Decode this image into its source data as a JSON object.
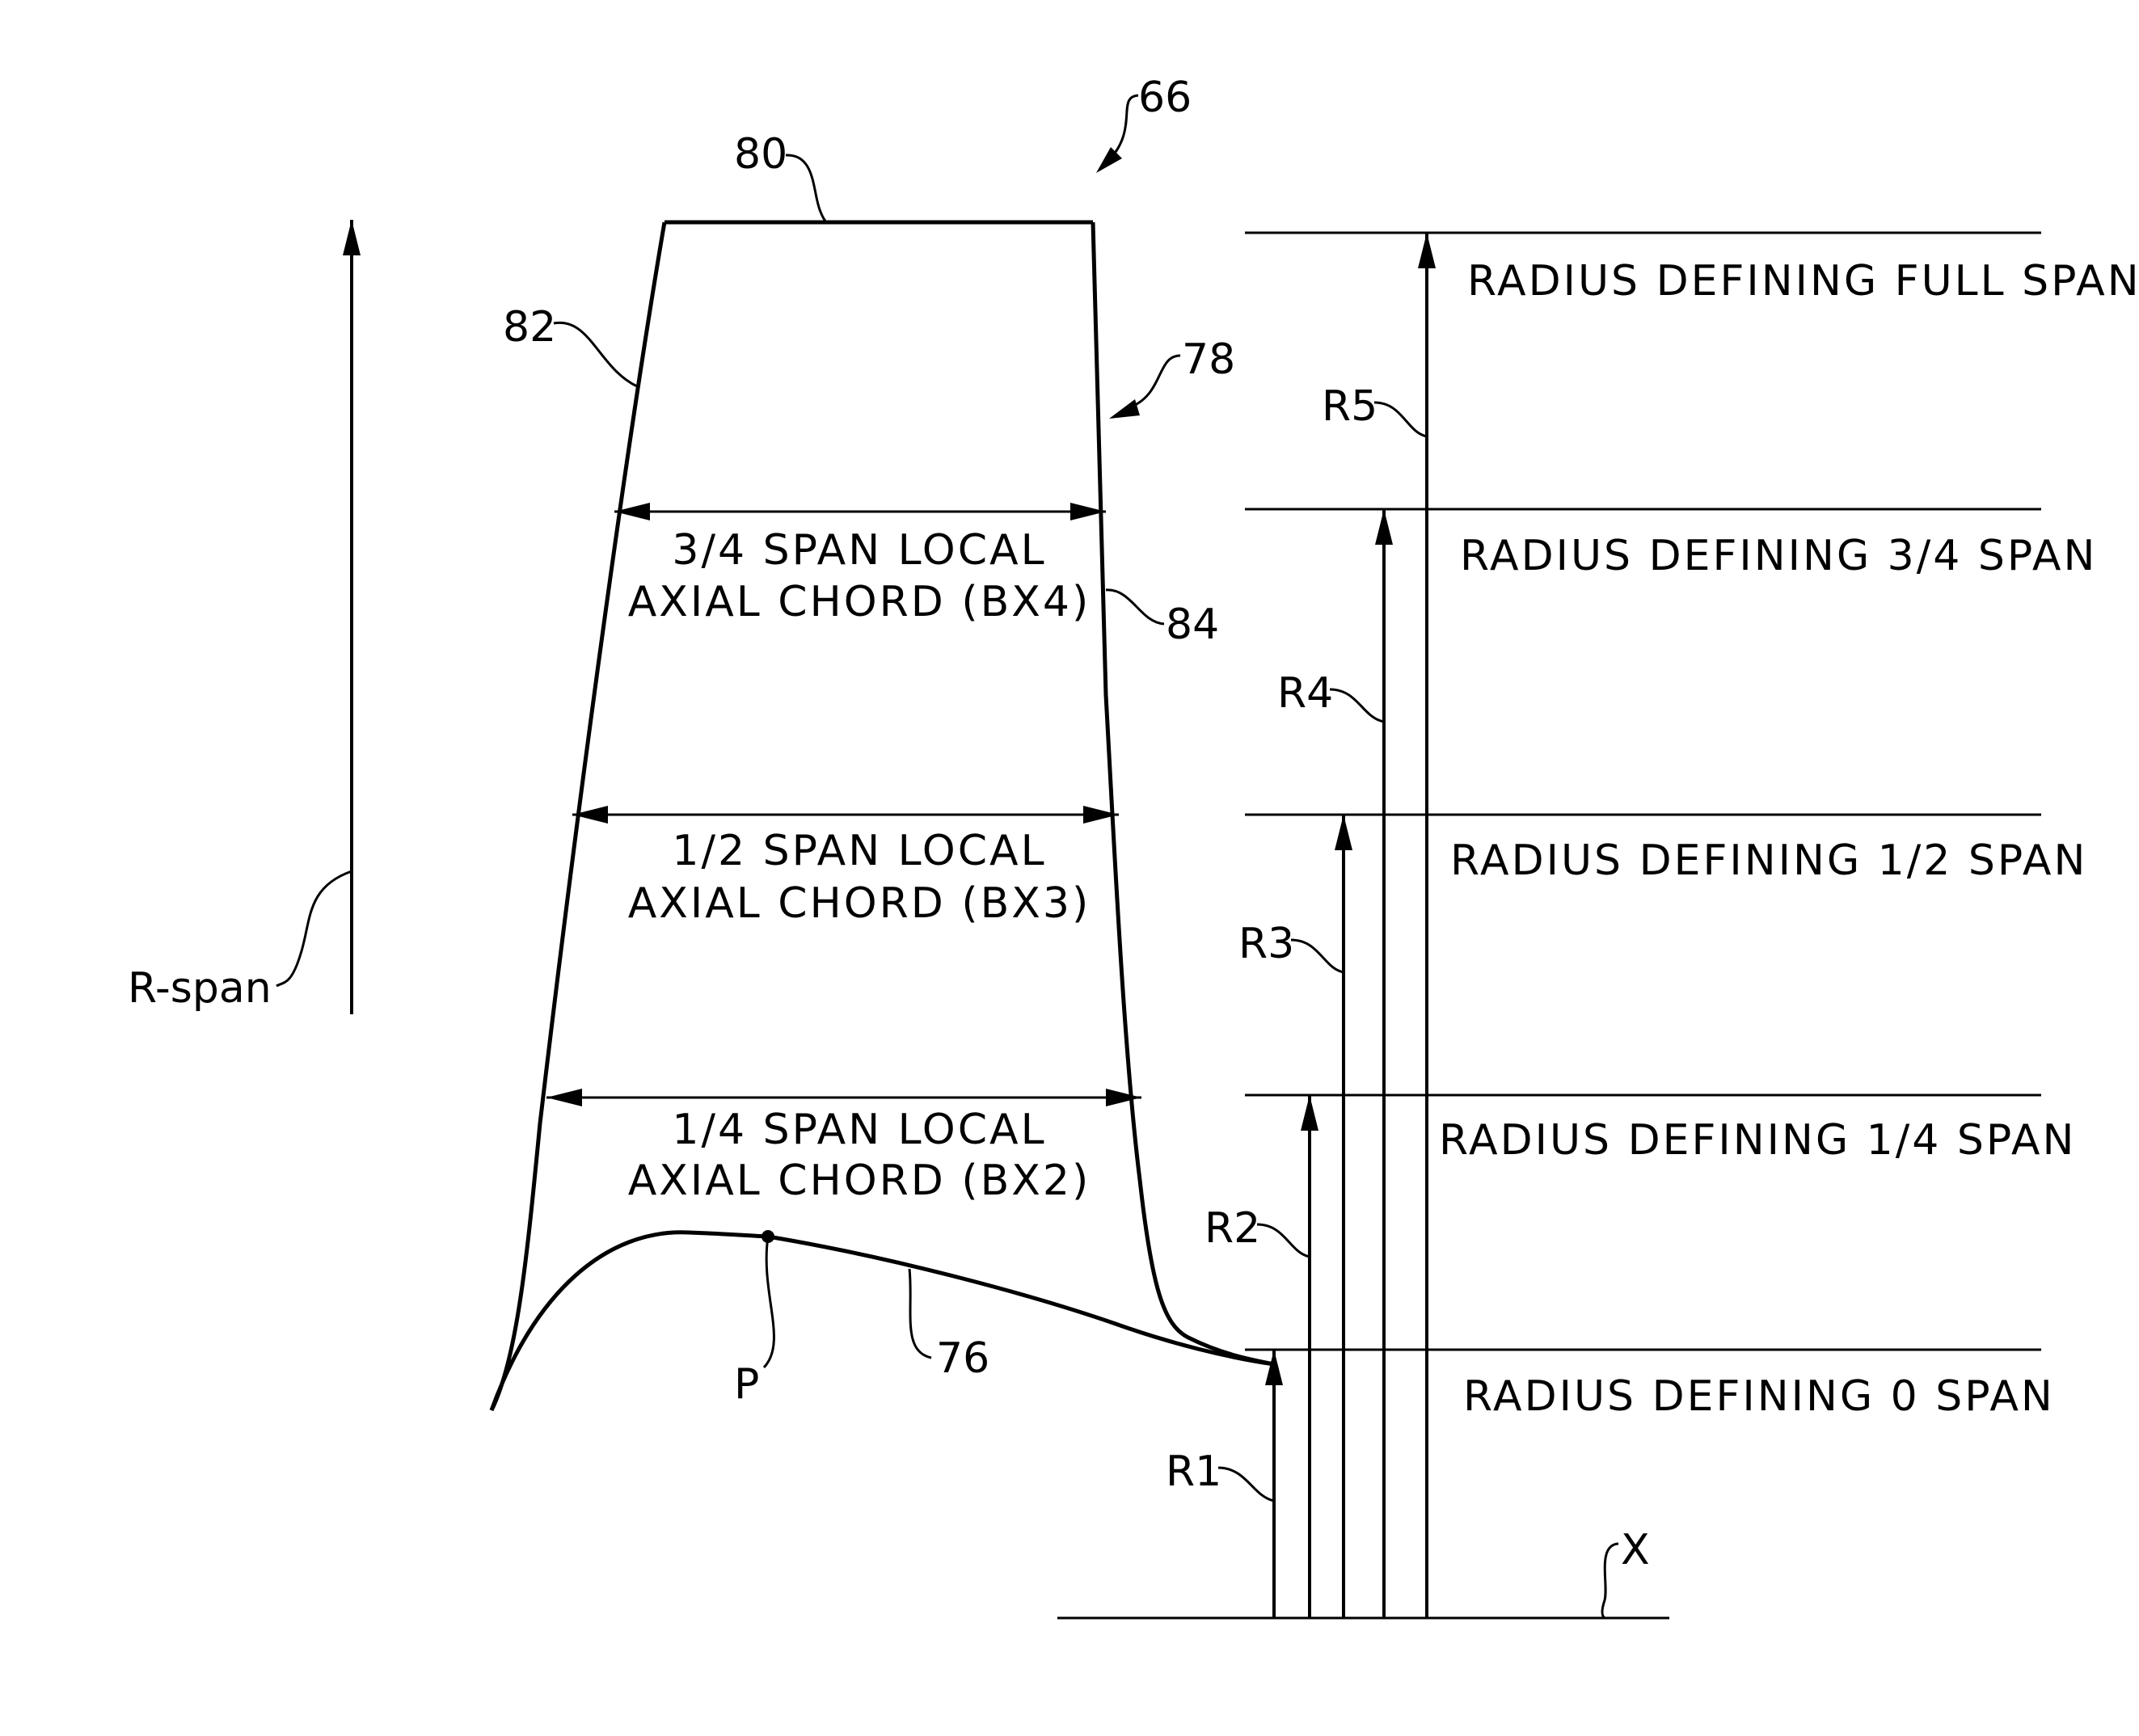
{
  "figure_ref": "66",
  "reference_numerals": {
    "tip": "80",
    "leading_edge": "82",
    "trailing_edge_ref": "78",
    "trailing_edge": "84",
    "platform": "76",
    "point": "P",
    "axis": "X",
    "span_direction": "R-span"
  },
  "chords": [
    {
      "line1": "3/4 SPAN LOCAL",
      "line2": "AXIAL CHORD (BX4)"
    },
    {
      "line1": "1/2 SPAN LOCAL",
      "line2": "AXIAL CHORD (BX3)"
    },
    {
      "line1": "1/4 SPAN LOCAL",
      "line2": "AXIAL CHORD (BX2)"
    }
  ],
  "radii": [
    {
      "label": "R5",
      "desc": "RADIUS DEFINING FULL SPAN"
    },
    {
      "label": "R4",
      "desc": "RADIUS DEFINING 3/4 SPAN"
    },
    {
      "label": "R3",
      "desc": "RADIUS DEFINING 1/2 SPAN"
    },
    {
      "label": "R2",
      "desc": "RADIUS DEFINING 1/4 SPAN"
    },
    {
      "label": "R1",
      "desc": "RADIUS DEFINING 0 SPAN"
    }
  ]
}
